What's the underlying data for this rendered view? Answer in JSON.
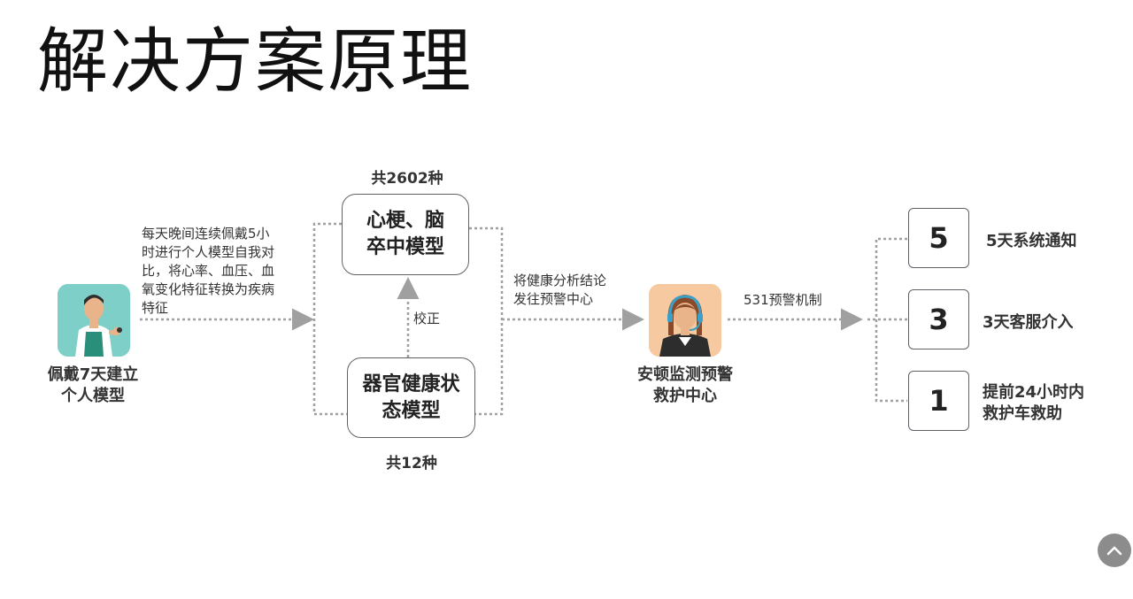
{
  "title": "解决方案原理",
  "left_step": {
    "description": "每天晚间连续佩戴5小时进行个人模型自我对比，将心率、血压、血氧变化特征转换为疾病特征",
    "label_line1": "佩戴7天建立",
    "label_line2": "个人模型",
    "icon": "person-watch-icon"
  },
  "models": {
    "top_count": "共2602种",
    "top_line1": "心梗、脑",
    "top_line2": "卒中模型",
    "calibrate": "校正",
    "bottom_line1": "器官健康状",
    "bottom_line2": "态模型",
    "bottom_count": "共12种"
  },
  "send": {
    "line1": "将健康分析结论",
    "line2": "发往预警中心"
  },
  "center": {
    "label_line1": "安顿监测预警",
    "label_line2": "救护中心",
    "icon": "operator-headset-icon"
  },
  "mechanism": "531预警机制",
  "alerts": [
    {
      "number": "5",
      "line1": "5天系统通知",
      "line2": ""
    },
    {
      "number": "3",
      "line1": "3天客服介入",
      "line2": ""
    },
    {
      "number": "1",
      "line1": "提前24小时内",
      "line2": "救护车救助"
    }
  ],
  "colors": {
    "line": "#a0a0a0",
    "border": "#5f6368",
    "left_avatar_bg": "#7ecfc8",
    "right_avatar_bg": "#f7c9a0",
    "scroll_button": "#8c8c8c"
  },
  "scroll_top_icon": "chevron-up-icon"
}
